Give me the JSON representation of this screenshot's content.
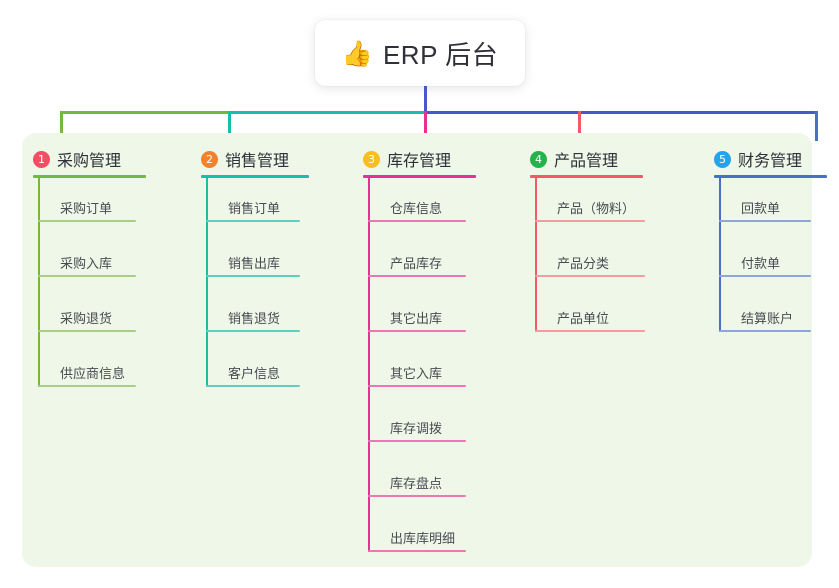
{
  "title": {
    "emoji": "👍",
    "emoji_name": "thumbs-up-icon",
    "text": "ERP 后台"
  },
  "theme": {
    "page_background": "#ffffff",
    "panel_background": "#eef7e8",
    "card_background": "#ffffff",
    "text_color": "#2f3038",
    "node_text_color": "#4a4a52",
    "trunk_color": "#4a57c8"
  },
  "columns": [
    {
      "index": "1",
      "title": "采购管理",
      "badge_color": "#f54d63",
      "line_color": "#76b83f",
      "node_line_color": "#a9cf86",
      "items": [
        {
          "label": "采购订单"
        },
        {
          "label": "采购入库"
        },
        {
          "label": "采购退货"
        },
        {
          "label": "供应商信息"
        }
      ]
    },
    {
      "index": "2",
      "title": "销售管理",
      "badge_color": "#f4822c",
      "line_color": "#18bfa7",
      "node_line_color": "#5fcfc0",
      "items": [
        {
          "label": "销售订单"
        },
        {
          "label": "销售出库"
        },
        {
          "label": "销售退货"
        },
        {
          "label": "客户信息"
        }
      ]
    },
    {
      "index": "3",
      "title": "库存管理",
      "badge_color": "#fbbe20",
      "line_color": "#e8318f",
      "node_line_color": "#ef76b3",
      "items": [
        {
          "label": "仓库信息"
        },
        {
          "label": "产品库存"
        },
        {
          "label": "其它出库"
        },
        {
          "label": "其它入库"
        },
        {
          "label": "库存调拨"
        },
        {
          "label": "库存盘点"
        },
        {
          "label": "出库库明细"
        }
      ]
    },
    {
      "index": "4",
      "title": "产品管理",
      "badge_color": "#25b14c",
      "line_color": "#f4596a",
      "node_line_color": "#f79ba3",
      "items": [
        {
          "label": "产品（物料）"
        },
        {
          "label": "产品分类"
        },
        {
          "label": "产品单位"
        }
      ]
    },
    {
      "index": "5",
      "title": "财务管理",
      "badge_color": "#24a5e8",
      "line_color": "#4a6fc8",
      "node_line_color": "#8fa4da",
      "items": [
        {
          "label": "回款单"
        },
        {
          "label": "付款单"
        },
        {
          "label": "结算账户"
        }
      ]
    }
  ],
  "connectors": {
    "trunk_color": "#4a57c8",
    "bus_segments": [
      {
        "name": "bus-green",
        "color": "#76b83f"
      },
      {
        "name": "bus-teal",
        "color": "#18bfa7"
      },
      {
        "name": "bus-indigo",
        "color": "#4a57c8"
      }
    ]
  }
}
